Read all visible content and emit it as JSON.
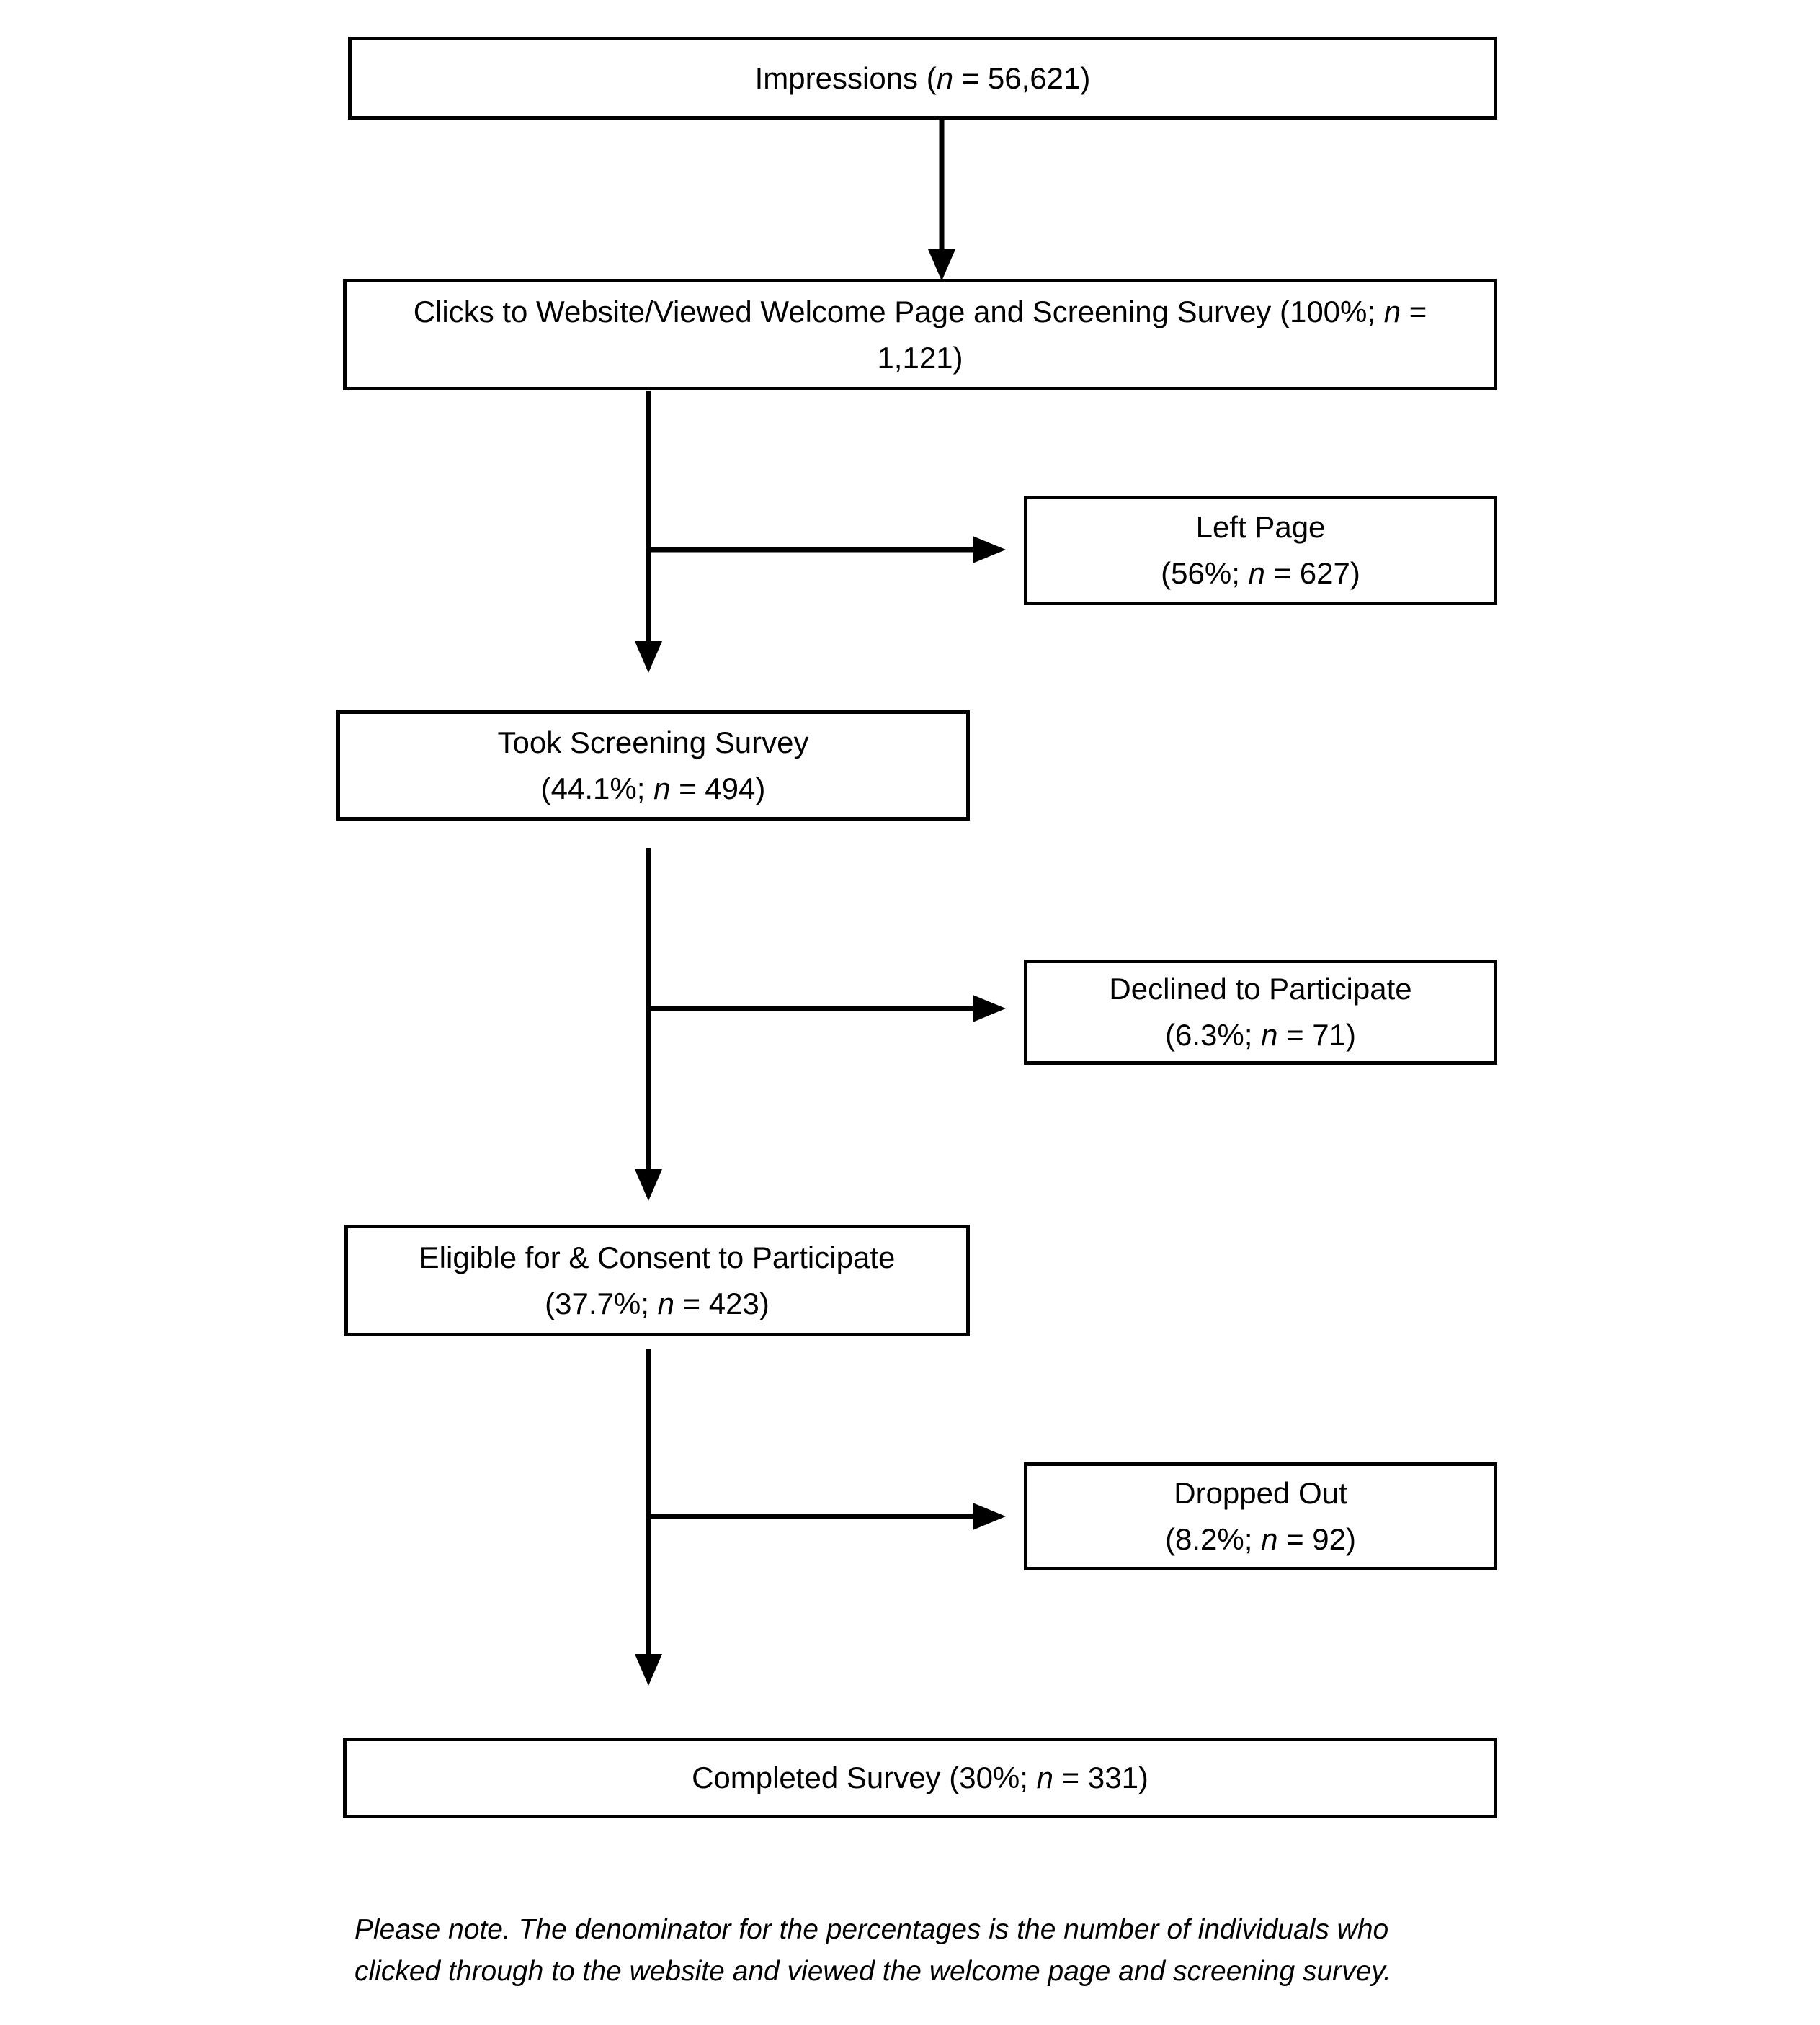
{
  "colors": {
    "ink": "#000000",
    "background": "#ffffff"
  },
  "nodes": {
    "impressions": {
      "pre": "Impressions (",
      "nvar": "n",
      "post": " = 56,621)"
    },
    "clicks": {
      "pre": "Clicks to Website/Viewed Welcome Page and Screening Survey (100%; ",
      "nvar": "n",
      "mid": " =",
      "line2": "1,121)"
    },
    "left_page": {
      "title": "Left Page",
      "stat_pre": "(56%; ",
      "nvar": "n",
      "stat_post": " = 627)"
    },
    "took_survey": {
      "title": "Took Screening Survey",
      "stat_pre": "(44.1%; ",
      "nvar": "n",
      "stat_post": " = 494)"
    },
    "declined": {
      "title": "Declined to Participate",
      "stat_pre": "(6.3%; ",
      "nvar": "n",
      "stat_post": " = 71)"
    },
    "eligible": {
      "title": "Eligible for & Consent to Participate",
      "stat_pre": "(37.7%; ",
      "nvar": "n",
      "stat_post": " = 423)"
    },
    "dropped": {
      "title": "Dropped Out",
      "stat_pre": "(8.2%; ",
      "nvar": "n",
      "stat_post": " = 92)"
    },
    "completed": {
      "pre": "Completed Survey (30%; ",
      "nvar": "n",
      "post": " = 331)"
    }
  },
  "edges": [
    {
      "from": "Impressions",
      "to": "Clicks to Website/Viewed Welcome Page and Screening Survey"
    },
    {
      "from": "Clicks to Website/Viewed Welcome Page and Screening Survey",
      "to": "Left Page"
    },
    {
      "from": "Clicks to Website/Viewed Welcome Page and Screening Survey",
      "to": "Took Screening Survey"
    },
    {
      "from": "Took Screening Survey",
      "to": "Declined to Participate"
    },
    {
      "from": "Took Screening Survey",
      "to": "Eligible for & Consent to Participate"
    },
    {
      "from": "Eligible for & Consent to Participate",
      "to": "Dropped Out"
    },
    {
      "from": "Eligible for & Consent to Participate",
      "to": "Completed Survey"
    }
  ],
  "note": {
    "line1": "Please note. The denominator for the percentages is the number of individuals who",
    "line2": "clicked through to the website and viewed the welcome page and screening survey."
  }
}
